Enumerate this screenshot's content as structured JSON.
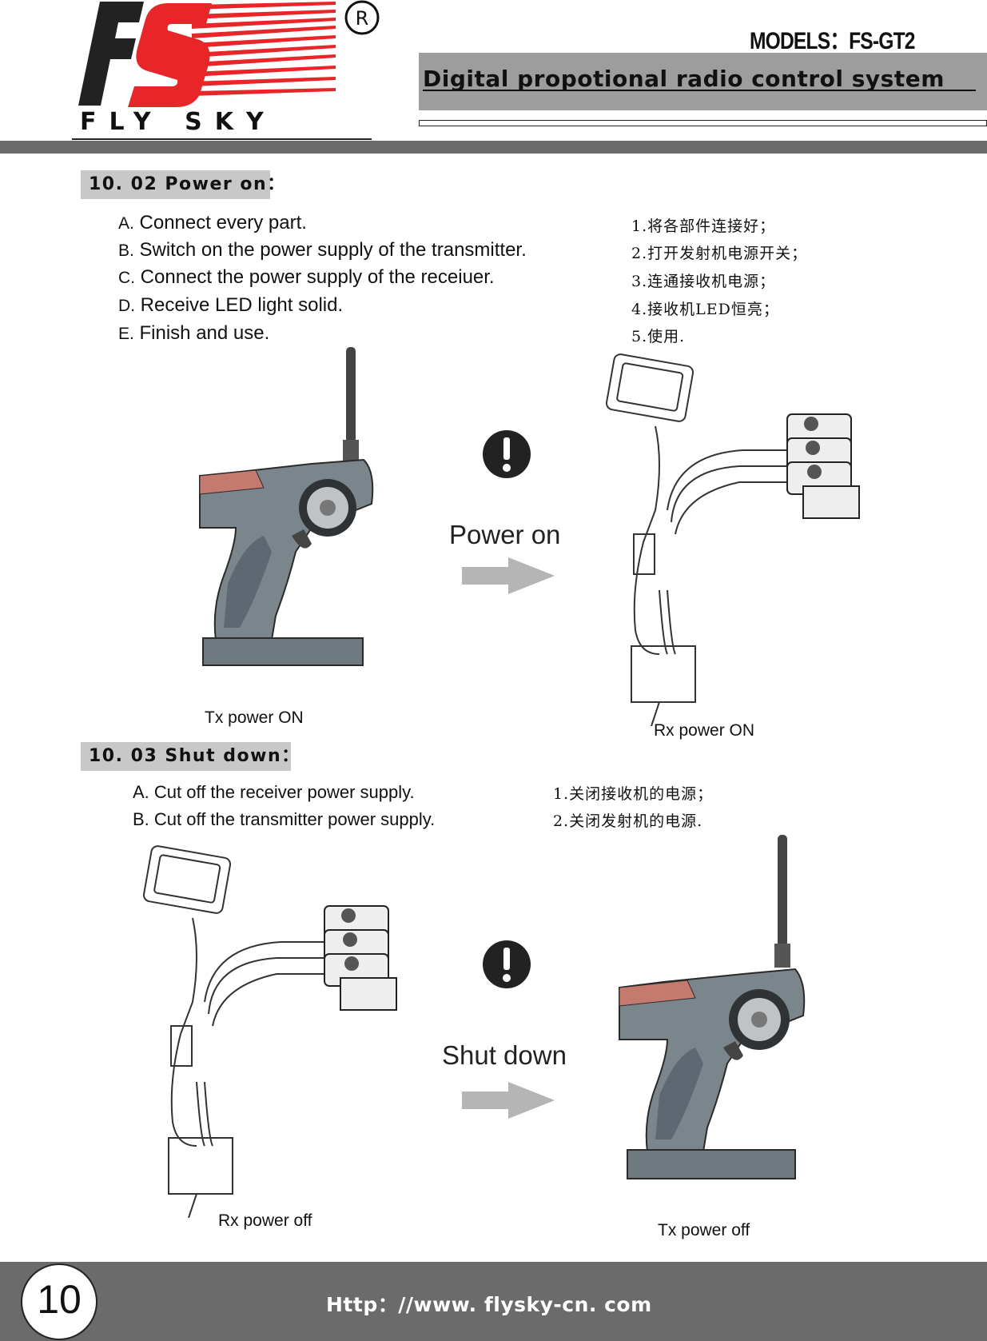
{
  "header": {
    "logo_text": "FS",
    "logo_wordmark": "FLY SKY",
    "registered_mark": "®",
    "models": "MODELS：FS-GT2",
    "banner_title": "Digital  propotional  radio  control  system"
  },
  "power_on": {
    "title": "10. 02  Power  on：",
    "steps_en": [
      {
        "letter": "A.",
        "text": " Connect every part."
      },
      {
        "letter": "B.",
        "text": " Switch on the power supply of the transmitter."
      },
      {
        "letter": "C.",
        "text": " Connect the power supply of the receiuer."
      },
      {
        "letter": "D.",
        "text": " Receive LED light solid."
      },
      {
        "letter": "E.",
        "text": " Finish and use."
      }
    ],
    "steps_zh": [
      "1.将各部件连接好；",
      "2.打开发射机电源开关；",
      "3.连通接收机电源；",
      "4.接收机LED恒亮；",
      "5.使用."
    ],
    "action": "Power on",
    "tx_caption": "Tx  power  ON",
    "rx_caption": "Rx  power  ON"
  },
  "shut_down": {
    "title": "10. 03  Shut  down：",
    "steps_en": [
      "A. Cut off the receiver power supply.",
      "B. Cut off the transmitter power supply."
    ],
    "steps_zh": [
      "1.关闭接收机的电源；",
      "2.关闭发射机的电源."
    ],
    "action": "Shut down",
    "rx_caption": "Rx  power  off",
    "tx_caption": "Tx  power  off"
  },
  "footer": {
    "page_number": "10",
    "url": "Http：//www. flysky-cn. com"
  },
  "colors": {
    "banner": "#9d9d9d",
    "bar": "#6b6b6b",
    "section_label": "#c8c8c8",
    "logo_red": "#e8262a",
    "transmitter_body": "#6f7a80"
  },
  "icons": [
    "warning-icon",
    "arrow-right-icon",
    "transmitter-illustration",
    "receiver-servo-illustration"
  ]
}
